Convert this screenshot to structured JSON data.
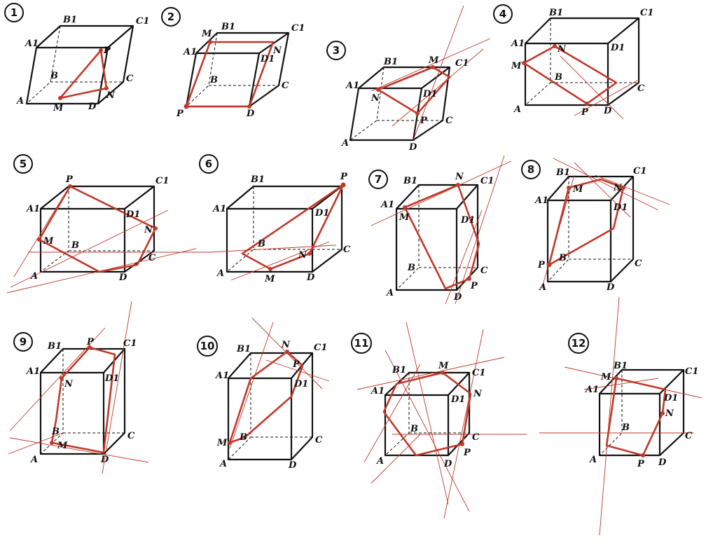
{
  "colors": {
    "edge": "#111111",
    "section": "#c0392b",
    "background": "#ffffff"
  },
  "problems": [
    {
      "number": "1",
      "labels": [
        "A",
        "B",
        "C",
        "D",
        "A1",
        "B1",
        "C1",
        "P",
        "M",
        "N"
      ]
    },
    {
      "number": "2",
      "labels": [
        "A1",
        "B1",
        "C1",
        "D1",
        "B",
        "C",
        "D",
        "P",
        "M",
        "N"
      ]
    },
    {
      "number": "3",
      "labels": [
        "A",
        "A1",
        "B1",
        "C1",
        "D1",
        "C",
        "D",
        "M",
        "N",
        "P"
      ]
    },
    {
      "number": "4",
      "labels": [
        "A",
        "A1",
        "B1",
        "C1",
        "D1",
        "B",
        "C",
        "D",
        "M",
        "N",
        "P"
      ]
    },
    {
      "number": "5",
      "labels": [
        "A",
        "A1",
        "C1",
        "D1",
        "B",
        "C",
        "D",
        "P",
        "M",
        "N"
      ]
    },
    {
      "number": "6",
      "labels": [
        "A",
        "A1",
        "B1",
        "D1",
        "B",
        "C",
        "D",
        "P",
        "M",
        "N"
      ]
    },
    {
      "number": "7",
      "labels": [
        "A",
        "A1",
        "B1",
        "C1",
        "D1",
        "B",
        "C",
        "D",
        "M",
        "N",
        "P"
      ]
    },
    {
      "number": "8",
      "labels": [
        "A",
        "A1",
        "B1",
        "C1",
        "D1",
        "B",
        "C",
        "D",
        "M",
        "N",
        "P"
      ]
    },
    {
      "number": "9",
      "labels": [
        "A",
        "A1",
        "B1",
        "C1",
        "D1",
        "B",
        "C",
        "D",
        "M",
        "N",
        "P"
      ]
    },
    {
      "number": "10",
      "labels": [
        "A",
        "A1",
        "B1",
        "C1",
        "D1",
        "B",
        "C",
        "D",
        "M",
        "N",
        "P"
      ]
    },
    {
      "number": "11",
      "labels": [
        "A",
        "A1",
        "B1",
        "C1",
        "D1",
        "B",
        "C",
        "D",
        "M",
        "N",
        "P"
      ]
    },
    {
      "number": "12",
      "labels": [
        "A",
        "A1",
        "B1",
        "C1",
        "D1",
        "B",
        "C",
        "D",
        "M",
        "N",
        "P"
      ]
    }
  ]
}
